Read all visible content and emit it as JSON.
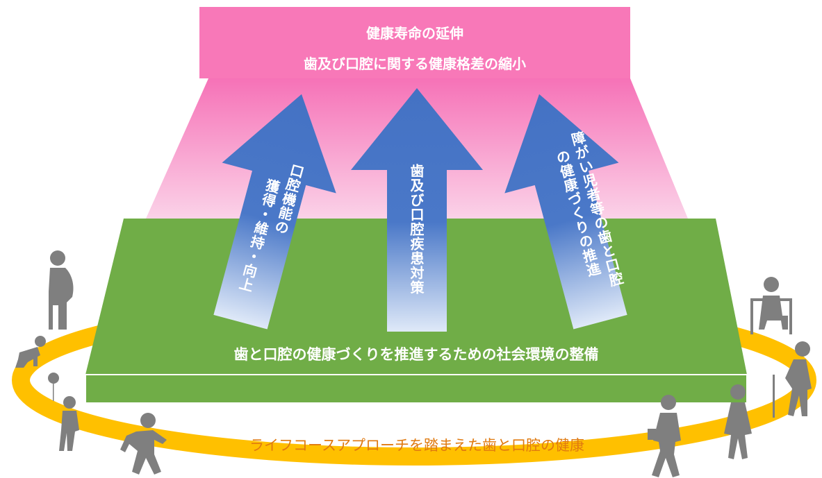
{
  "goal": {
    "line1": "健康寿命の延伸",
    "line2": "歯及び口腔に関する健康格差の縮小"
  },
  "arrows": {
    "left": [
      "口腔機能の",
      "獲得・維持・向上"
    ],
    "center": "歯及び口腔疾患対策",
    "right": [
      "障がい児者等の歯と口腔",
      "の健康づくりの推進"
    ]
  },
  "platform_label": "歯と口腔の健康づくりを推進するための社会環境の整備",
  "ring_label": "ライフコースアプローチを踏まえた歯と口腔の健康",
  "colors": {
    "goal_pink": "#f878b8",
    "platform_green": "#70ad47",
    "arrow_blue": "#4472c4",
    "ring_orange": "#ffc000",
    "ring_text": "#e07a10",
    "figure_gray": "#7f7f7f"
  },
  "icons": [
    "pregnant-woman-icon",
    "crawling-baby-icon",
    "child-with-balloon-icon",
    "running-child-icon",
    "adult-with-bag-icon",
    "walking-woman-icon",
    "elderly-with-cane-icon",
    "wheelchair-user-icon"
  ]
}
